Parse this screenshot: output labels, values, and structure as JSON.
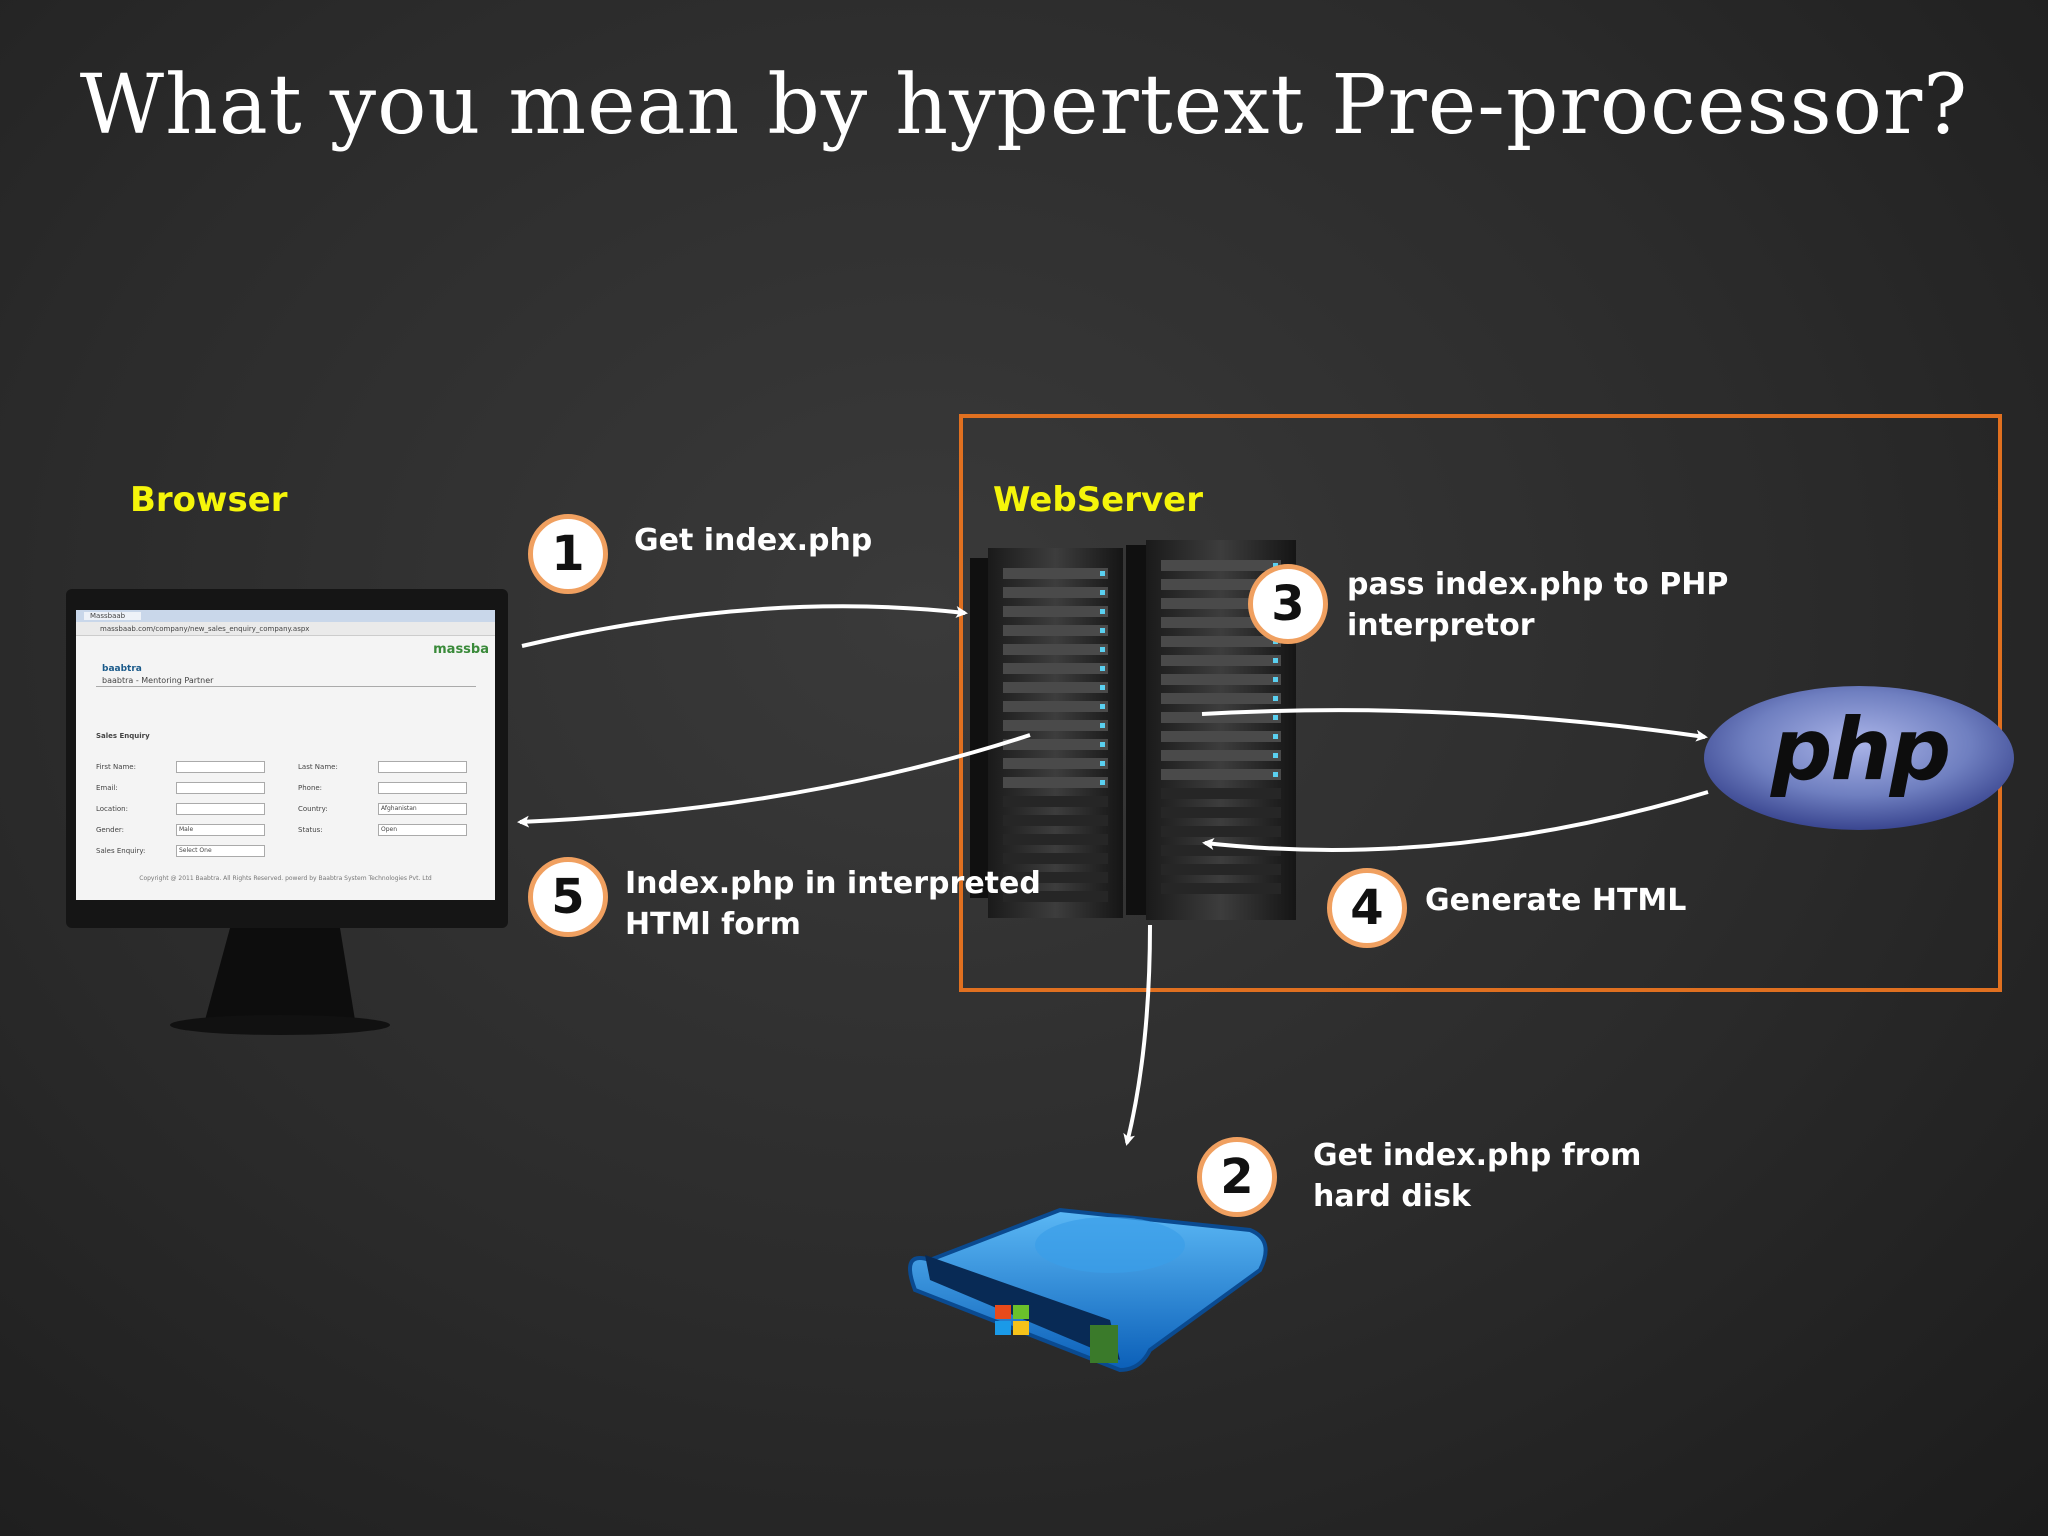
{
  "title": "What you mean by hypertext Pre-processor?",
  "labels": {
    "browser": "Browser",
    "webserver": "WebServer"
  },
  "steps": [
    {
      "number": "1",
      "text_lines": [
        "Get index.php"
      ]
    },
    {
      "number": "2",
      "text_lines": [
        "Get index.php from",
        "hard disk"
      ]
    },
    {
      "number": "3",
      "text_lines": [
        "pass index.php  to PHP",
        "interpretor"
      ]
    },
    {
      "number": "4",
      "text_lines": [
        "Generate HTML"
      ]
    },
    {
      "number": "5",
      "text_lines": [
        "Index.php in interpreted",
        "HTMl form"
      ]
    }
  ],
  "php_logo": "php",
  "browser_screen": {
    "tab": "Massbaab",
    "url": "massbaab.com/company/new_sales_enquiry_company.aspx",
    "brand": "massba",
    "company": "baabtra",
    "subtitle": "baabtra - Mentoring Partner",
    "section": "Sales Enquiry",
    "fields_left": [
      "First Name:",
      "Email:",
      "Location:",
      "Gender:",
      "Sales Enquiry:"
    ],
    "fields_right": [
      "Last Name:",
      "Phone:",
      "Country:",
      "Status:"
    ],
    "select_gender": "Male",
    "select_country": "Afghanistan",
    "select_status": "Open",
    "select_enquiry": "Select One",
    "footer": "Copyright @ 2011 Baabtra. All Rights Reserved. powerd by Baabtra System Technologies Pvt. Ltd"
  },
  "colors": {
    "accent_yellow": "#f5f50a",
    "box_orange": "#e07020",
    "badge_border": "#f0a060",
    "php_blue": "#6f7fc0"
  }
}
